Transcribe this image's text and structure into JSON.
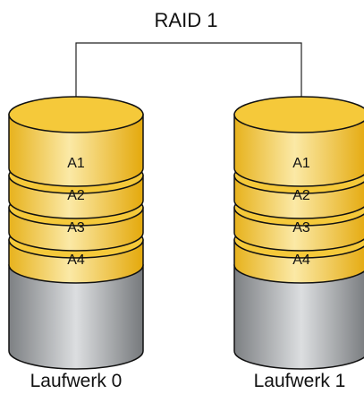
{
  "title": "RAID 1",
  "blocks": [
    "A1",
    "A2",
    "A3",
    "A4"
  ],
  "drives": [
    {
      "label": "Laufwerk 0"
    },
    {
      "label": "Laufwerk 1"
    }
  ],
  "colors": {
    "yellow": "#f5c93a",
    "yellow_light": "#fbe9a6",
    "gray": "#8e9193",
    "gray_light": "#d4d6d7",
    "outline": "#111111"
  }
}
